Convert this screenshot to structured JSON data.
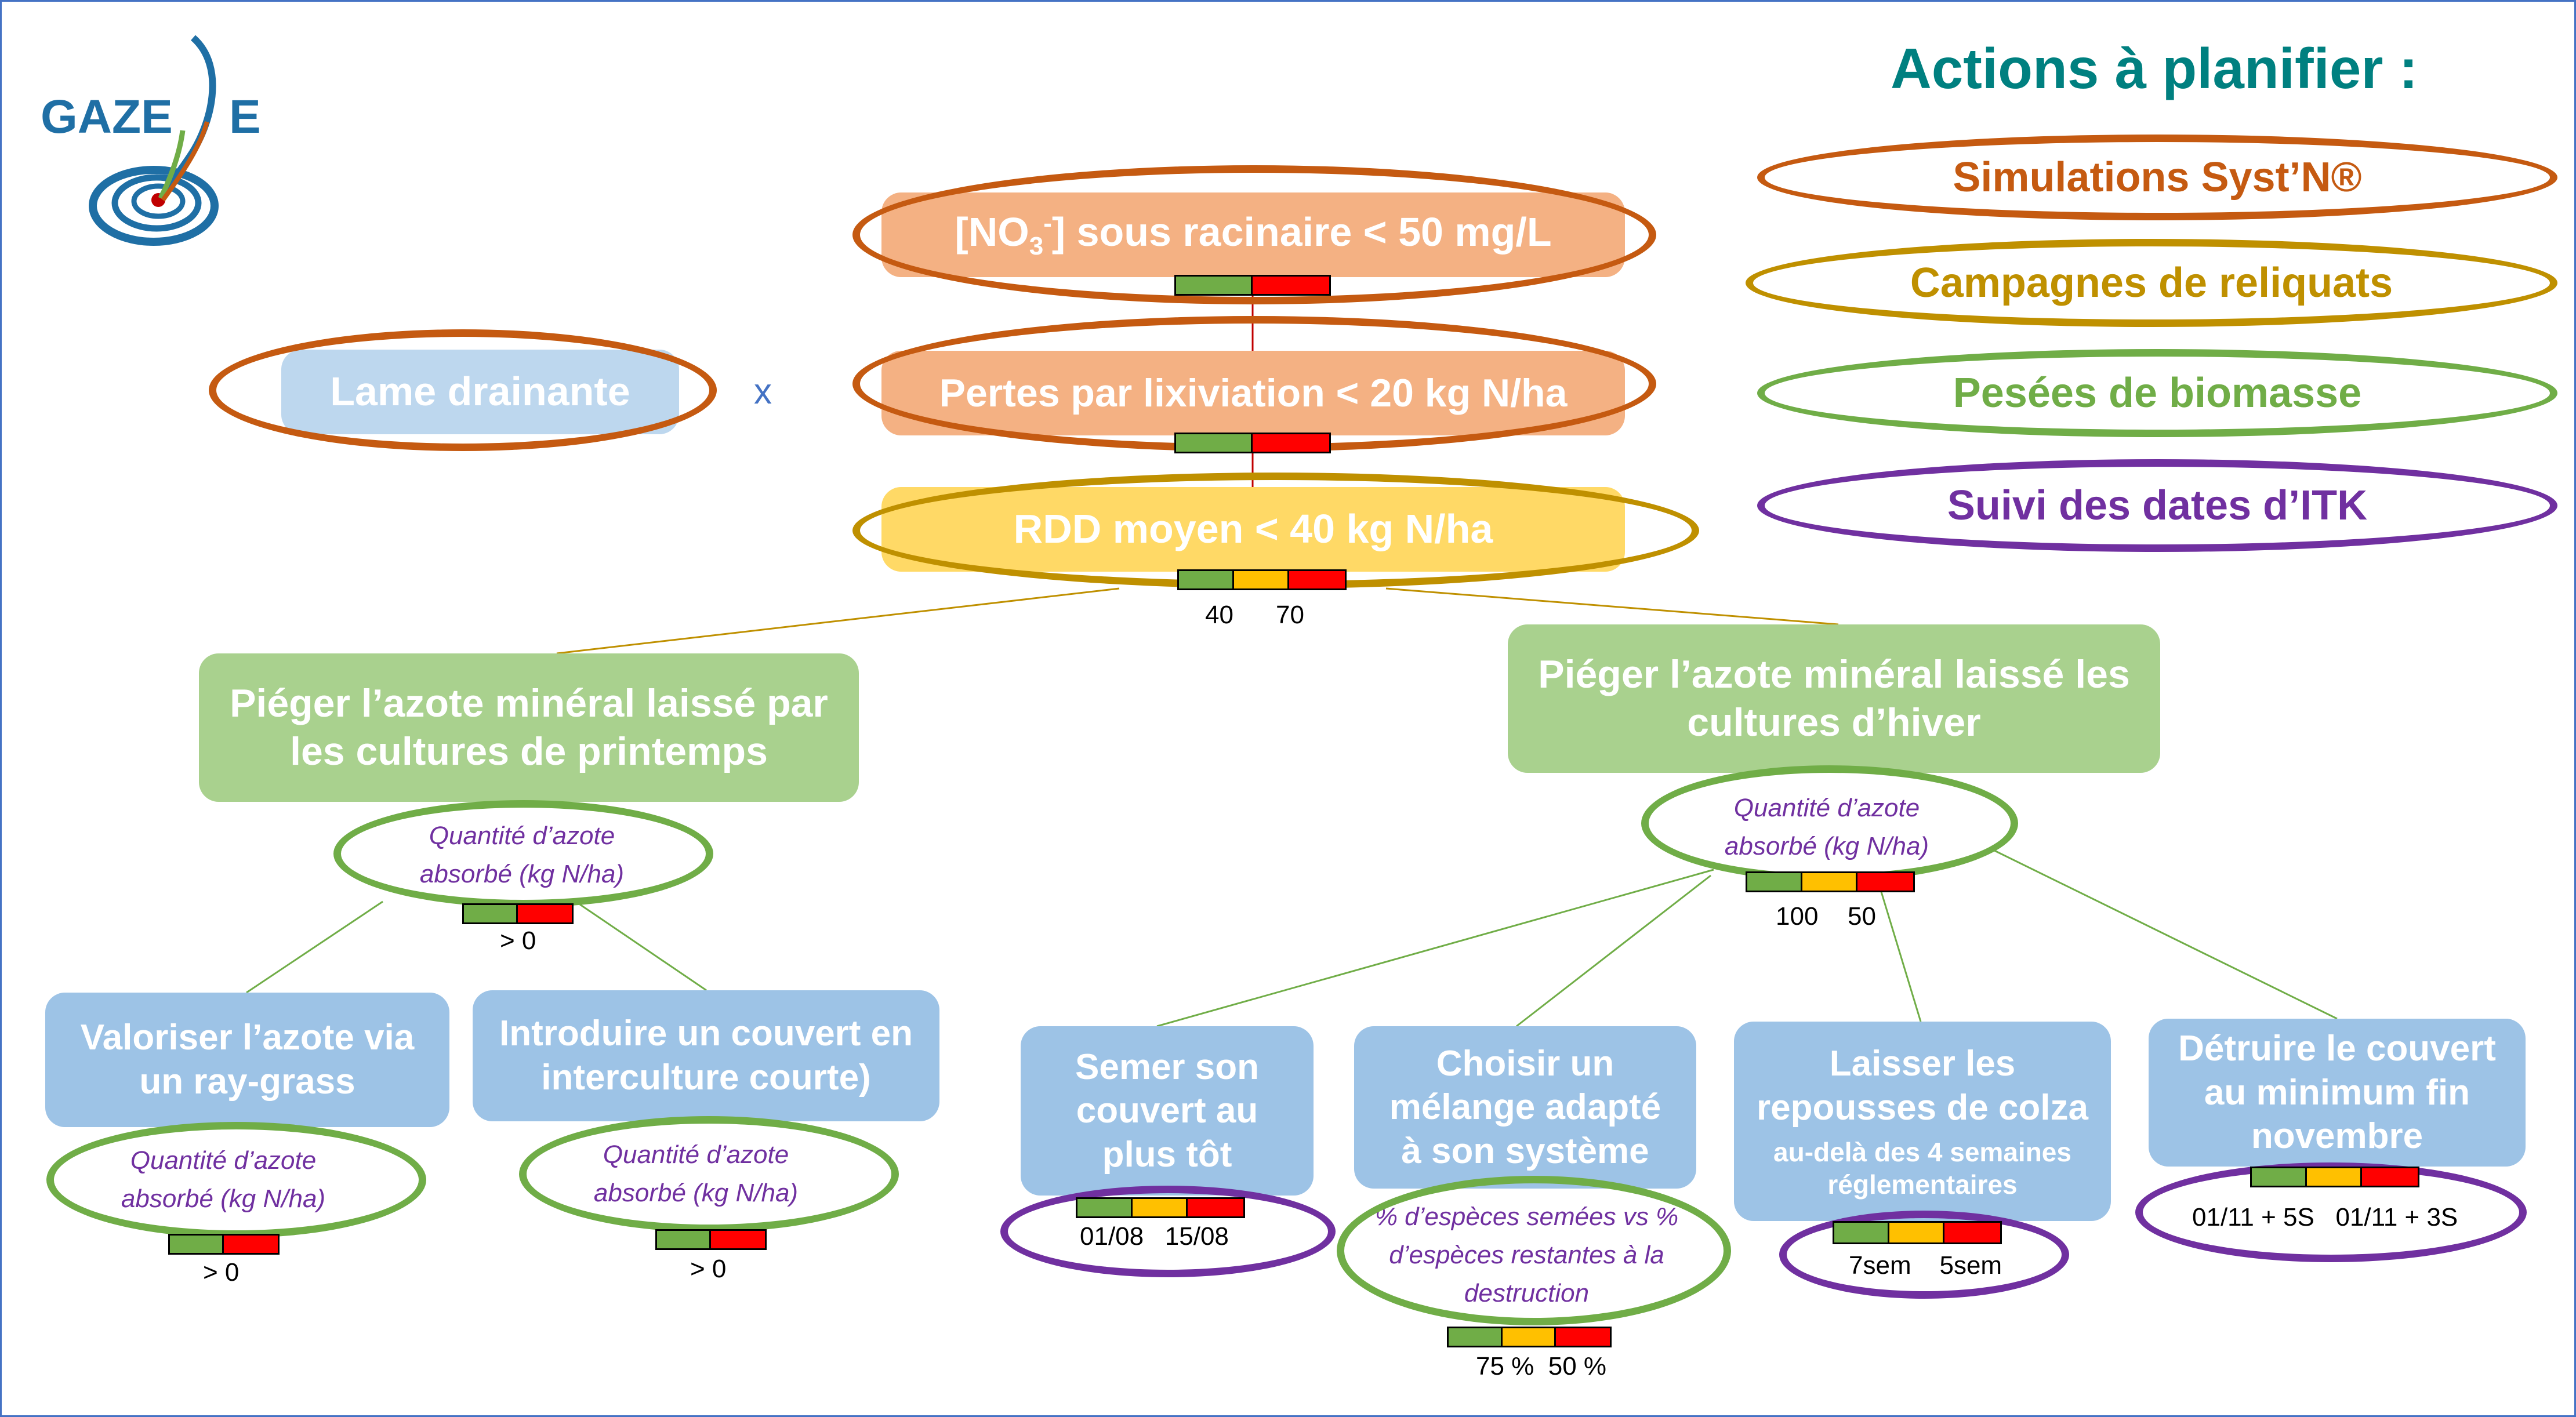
{
  "logo": {
    "text_left": "GAZE",
    "text_right": "E"
  },
  "legend": {
    "title": "Actions à planifier :",
    "items": [
      {
        "label": "Simulations Syst’N®",
        "color": "#c55a11"
      },
      {
        "label": "Campagnes de reliquats",
        "color": "#bf9000"
      },
      {
        "label": "Pesées de biomasse",
        "color": "#70ad47"
      },
      {
        "label": "Suivi des dates d’ITK",
        "color": "#7030a0"
      }
    ]
  },
  "top": {
    "nitrate_pre": "[NO",
    "nitrate_sub": "3",
    "nitrate_sup": "-",
    "nitrate_post": "] sous racinaire < 50 mg/L",
    "drainage": "Lame drainante",
    "multiply": "x",
    "losses": "Pertes par lixiviation < 20 kg N/ha",
    "rdd": "RDD moyen < 40 kg N/ha",
    "rdd_thresholds": [
      "40",
      "70"
    ]
  },
  "objectives": {
    "spring": "Piéger l’azote minéral laissé par les cultures de printemps",
    "winter": "Piéger l’azote minéral laissé les cultures d’hiver"
  },
  "indicators": {
    "spring": {
      "label": "Quantité d’azote absorbé (kg N/ha)",
      "threshold": "> 0"
    },
    "winter": {
      "label": "Quantité d’azote absorbé (kg N/ha)",
      "thresholds": [
        "100",
        "50"
      ]
    }
  },
  "levers": {
    "ryegrass": {
      "title": "Valoriser l’azote via un ray-grass",
      "indicator": "Quantité d’azote absorbé (kg N/ha)",
      "threshold": "> 0"
    },
    "short_cover": {
      "title": "Introduire un couvert en interculture courte)",
      "indicator": "Quantité d’azote absorbé (kg N/ha)",
      "threshold": "> 0"
    },
    "sow_early": {
      "title": "Semer son couvert au plus tôt",
      "thresholds": "01/08   15/08"
    },
    "mix": {
      "title": "Choisir un mélange adapté à son système",
      "indicator": "% d’espèces semées vs % d’espèces restantes à la destruction",
      "thresholds": "75 %  50 %"
    },
    "rapeseed": {
      "title": "Laisser les repousses de colza",
      "subtitle": "au-delà des 4 semaines réglementaires",
      "thresholds": "7sem    5sem"
    },
    "destroy": {
      "title": "Détruire le couvert au minimum fin novembre",
      "thresholds": "01/11 + 5S   01/11 + 3S"
    }
  }
}
